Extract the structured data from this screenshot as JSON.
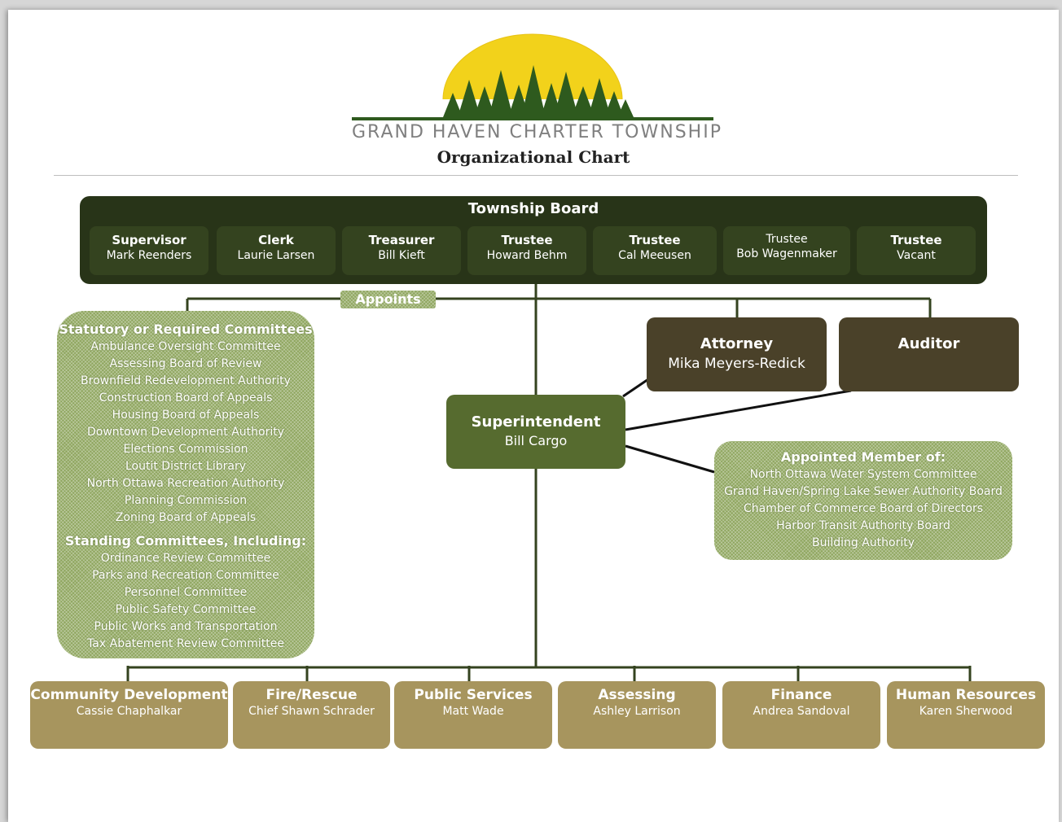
{
  "header": {
    "logo_text": "GRAND HAVEN CHARTER TOWNSHIP",
    "chart_title": "Organizational Chart"
  },
  "board": {
    "title": "Township Board",
    "members": [
      {
        "title": "Supervisor",
        "name": "Mark Reenders"
      },
      {
        "title": "Clerk",
        "name": "Laurie Larsen"
      },
      {
        "title": "Treasurer",
        "name": "Bill Kieft"
      },
      {
        "title": "Trustee",
        "name": "Howard Behm"
      },
      {
        "title": "Trustee",
        "name": "Cal Meeusen"
      },
      {
        "title": "Trustee",
        "name": "Bob Wagenmaker"
      },
      {
        "title": "Trustee",
        "name": "Vacant"
      }
    ]
  },
  "appoints_label": "Appoints",
  "committees": {
    "statutory_heading": "Statutory or Required Committees",
    "statutory": [
      "Ambulance Oversight Committee",
      "Assessing Board of Review",
      "Brownfield Redevelopment Authority",
      "Construction Board of Appeals",
      "Housing Board of Appeals",
      "Downtown Development Authority",
      "Elections Commission",
      "Loutit District Library",
      "North Ottawa Recreation Authority",
      "Planning Commission",
      "Zoning Board of Appeals"
    ],
    "standing_heading": "Standing Committees, Including:",
    "standing": [
      "Ordinance Review Committee",
      "Parks and Recreation Committee",
      "Personnel Committee",
      "Public Safety Committee",
      "Public Works and Transportation",
      "Tax Abatement Review Committee"
    ]
  },
  "attorney": {
    "title": "Attorney",
    "name": "Mika Meyers-Redick"
  },
  "auditor": {
    "title": "Auditor"
  },
  "superintendent": {
    "title": "Superintendent",
    "name": "Bill Cargo"
  },
  "appointed": {
    "heading": "Appointed Member of:",
    "items": [
      "North Ottawa Water System Committee",
      "Grand Haven/Spring Lake Sewer Authority Board",
      "Chamber of Commerce Board of Directors",
      "Harbor Transit Authority Board",
      "Building Authority"
    ]
  },
  "departments": [
    {
      "title": "Community Development",
      "name": "Cassie Chaphalkar"
    },
    {
      "title": "Fire/Rescue",
      "name": "Chief Shawn Schrader"
    },
    {
      "title": "Public Services",
      "name": "Matt Wade"
    },
    {
      "title": "Assessing",
      "name": "Ashley Larrison"
    },
    {
      "title": "Finance",
      "name": "Andrea Sandoval"
    },
    {
      "title": "Human Resources",
      "name": "Karen Sherwood"
    }
  ],
  "colors": {
    "board": "#283418",
    "member": "#34431f",
    "committee_green": "#8fa65f",
    "superintendent": "#566b2f",
    "legal": "#4a4129",
    "department": "#a7955e",
    "sun": "#f2d21b",
    "tree": "#2e5a1e"
  }
}
